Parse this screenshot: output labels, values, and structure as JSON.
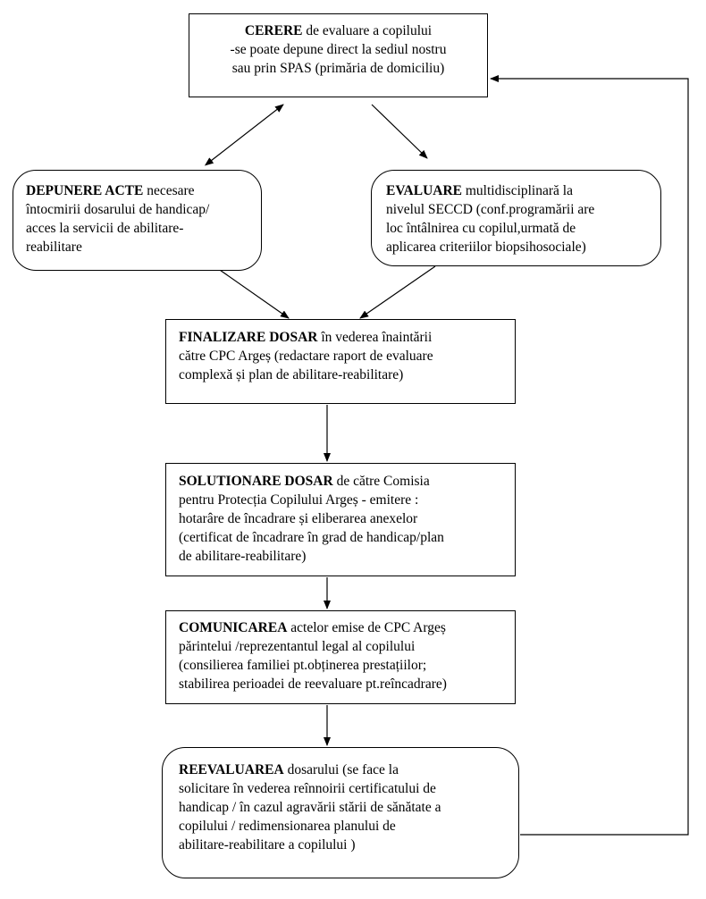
{
  "boxes": {
    "cerere": {
      "title": "CERERE",
      "lines": [
        " de evaluare a copilului",
        "-se poate depune direct la sediul nostru",
        "sau prin SPAS (primăria de domiciliu)"
      ]
    },
    "depunere": {
      "title": "DEPUNERE ACTE",
      "lines": [
        " necesare",
        "întocmirii dosarului de handicap/",
        "acces la servicii de abilitare-",
        "reabilitare"
      ]
    },
    "evaluare": {
      "title": "EVALUARE",
      "lines": [
        " multidisciplinară  la",
        "nivelul SECCD (conf.programării are",
        "loc întâlnirea cu copilul,urmată de",
        "aplicarea criteriilor biopsihosociale)"
      ]
    },
    "finalizare": {
      "title": "FINALIZARE DOSAR",
      "lines": [
        "  în vederea înaintării",
        "către  CPC Argeș  (redactare raport de evaluare",
        "complexă și plan de abilitare-reabilitare)"
      ]
    },
    "solutionare": {
      "title": "SOLUTIONARE DOSAR",
      "lines": [
        " de către Comisia",
        "pentru Protecția Copilului Argeș - emitere :",
        "hotarâre de încadrare și eliberarea anexelor",
        "(certificat de încadrare în grad de handicap/plan",
        "de abilitare-reabilitare)"
      ]
    },
    "comunicare": {
      "title": "COMUNICAREA",
      "lines": [
        " actelor emise de CPC  Argeș",
        "părintelui /reprezentantul legal al copilului",
        "(consilierea familiei pt.obținerea prestațiilor;",
        "stabilirea perioadei de reevaluare pt.reîncadrare)"
      ]
    },
    "reevaluare": {
      "title": "REEVALUAREA",
      "lines": [
        " dosarului  (se face la",
        "solicitare în vederea reînnoirii certificatului de",
        "handicap / în cazul agravării stării de sănătate a",
        "copilului / redimensionarea   planului de",
        "abilitare-reabilitare a copilului )"
      ]
    }
  },
  "colors": {
    "line": "#000000",
    "background": "#ffffff"
  }
}
